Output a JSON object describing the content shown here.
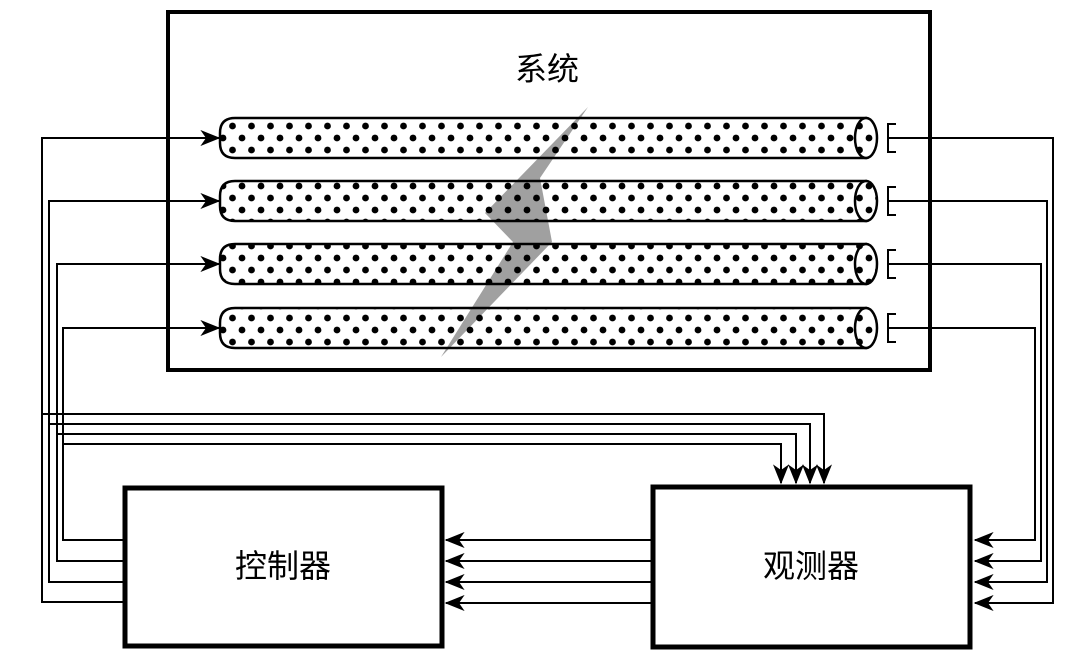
{
  "diagram": {
    "title": "observer-based fault-tolerant control block diagram",
    "background_color": "#ffffff",
    "line_color": "#000000",
    "bolt_color": "#a0a0a0",
    "blocks": {
      "system": {
        "label": "系统"
      },
      "controller": {
        "label": "控制器"
      },
      "observer": {
        "label": "观测器"
      }
    },
    "channels": 4,
    "icons": {
      "fault": "lightning-bolt-icon",
      "actuators": "dotted-cylinder"
    },
    "connections": [
      {
        "from": "controller",
        "to": "system",
        "signal": "control inputs",
        "count": 4,
        "arrow": "right-into-cylinders"
      },
      {
        "from": "controller",
        "to": "observer",
        "signal": "control input branches",
        "count": 4,
        "arrow": "down-into-observer-top"
      },
      {
        "from": "system",
        "to": "observer",
        "signal": "measured outputs",
        "count": 4,
        "arrow": "left-into-observer-right"
      },
      {
        "from": "observer",
        "to": "controller",
        "signal": "estimated states",
        "count": 4,
        "arrow": "left-into-controller-right"
      }
    ]
  }
}
